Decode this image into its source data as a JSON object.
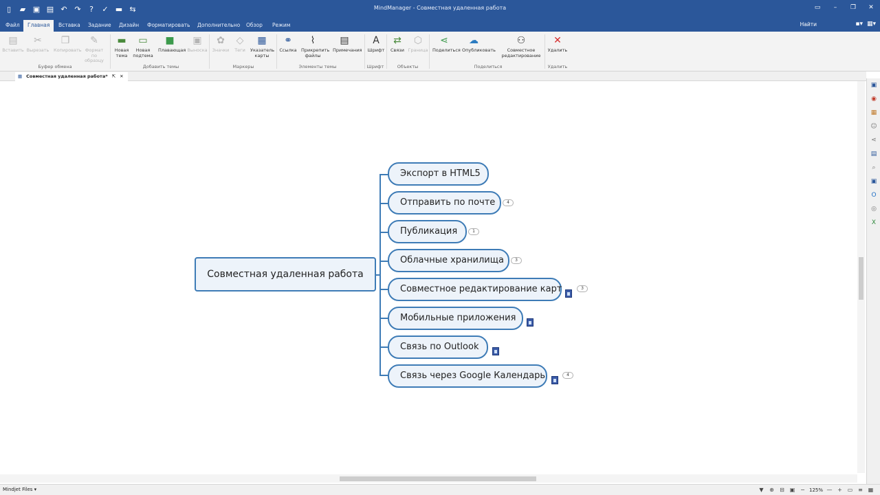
{
  "window": {
    "title": "MindManager - Совместная удаленная работа",
    "controls": [
      "▭",
      "–",
      "❐",
      "✕"
    ]
  },
  "quick_access": {
    "icons": [
      "new-file-icon",
      "open-folder-icon",
      "save-icon",
      "print-icon",
      "undo-icon",
      "redo-icon",
      "help-icon",
      "check-icon",
      "task-icon",
      "sync-icon"
    ]
  },
  "tabs": [
    "Файл",
    "Главная",
    "Вставка",
    "Задание",
    "Дизайн",
    "Форматировать",
    "Дополнительно",
    "Обзор",
    "Режим"
  ],
  "active_tab": "Главная",
  "find_label": "Найти",
  "ribbon": {
    "buttons": [
      {
        "label": "Вставить",
        "icon": "paste-icon",
        "enabled": false
      },
      {
        "label": "Вырезать",
        "icon": "cut-icon",
        "enabled": false
      },
      {
        "label": "Копировать",
        "icon": "copy-icon",
        "enabled": false
      },
      {
        "label": "Формат по образцу",
        "icon": "format-painter-icon",
        "enabled": false
      },
      {
        "label": "Новая тема",
        "icon": "new-topic-icon",
        "enabled": true
      },
      {
        "label": "Новая подтема",
        "icon": "new-subtopic-icon",
        "enabled": true
      },
      {
        "label": "Плавающая",
        "icon": "floating-topic-icon",
        "enabled": true
      },
      {
        "label": "Выноска",
        "icon": "callout-icon",
        "enabled": false
      },
      {
        "label": "Значки",
        "icon": "icons-icon",
        "enabled": false
      },
      {
        "label": "Теги",
        "icon": "tags-icon",
        "enabled": false
      },
      {
        "label": "Указатель карты",
        "icon": "map-index-icon",
        "enabled": true
      },
      {
        "label": "Ссылка",
        "icon": "link-icon",
        "enabled": true
      },
      {
        "label": "Прикрепить файлы",
        "icon": "attach-icon",
        "enabled": true
      },
      {
        "label": "Примечания",
        "icon": "notes-icon",
        "enabled": true
      },
      {
        "label": "Шрифт",
        "icon": "font-icon",
        "enabled": true
      },
      {
        "label": "Связи",
        "icon": "relationship-icon",
        "enabled": true
      },
      {
        "label": "Граница",
        "icon": "boundary-icon",
        "enabled": false
      },
      {
        "label": "Поделиться",
        "icon": "share-icon",
        "enabled": true
      },
      {
        "label": "Опубликовать",
        "icon": "publish-icon",
        "enabled": true
      },
      {
        "label": "Совместное редактирование",
        "icon": "coedit-icon",
        "enabled": true
      },
      {
        "label": "Удалить",
        "icon": "delete-icon",
        "enabled": true
      }
    ],
    "groups": [
      "Буфер обмена",
      "Добавить темы",
      "Маркеры",
      "Элементы темы",
      "Шрифт",
      "Объекты",
      "Поделиться",
      "Удалить"
    ]
  },
  "document_tab": {
    "title": "Совместная удаленная работа*"
  },
  "mindmap": {
    "central": "Совместная удаленная работа",
    "topics": [
      {
        "label": "Экспорт в HTML5",
        "badge": "",
        "has_map_link": false
      },
      {
        "label": "Отправить по почте",
        "badge": "4",
        "has_map_link": false
      },
      {
        "label": "Публикация",
        "badge": "1",
        "has_map_link": false
      },
      {
        "label": "Облачные хранилища",
        "badge": "3",
        "has_map_link": false
      },
      {
        "label": "Совместное редактирование карт",
        "badge": "3",
        "has_map_link": true
      },
      {
        "label": "Мобильные приложения",
        "badge": "",
        "has_map_link": true
      },
      {
        "label": "Связь по Outlook",
        "badge": "",
        "has_map_link": true
      },
      {
        "label": "Связь через Google Календарь",
        "badge": "4",
        "has_map_link": true
      }
    ]
  },
  "status": {
    "left": "Mindjet Files ▾",
    "zoom": "125%"
  },
  "colors": {
    "accent": "#2b579a",
    "topic_border": "#3d7bb6",
    "topic_fill": "#edf3fa"
  }
}
